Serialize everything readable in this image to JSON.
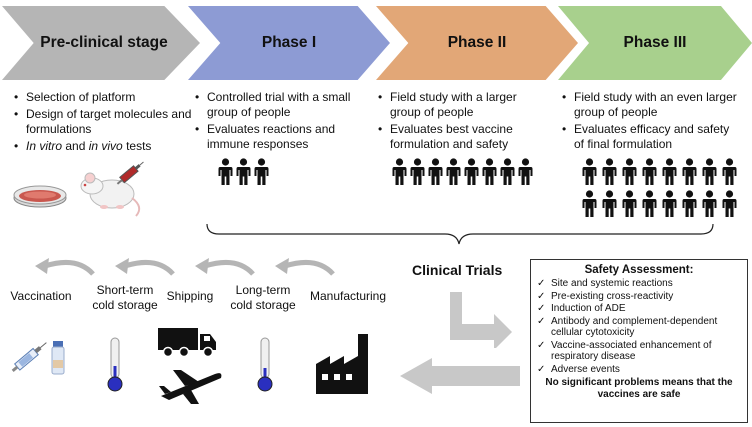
{
  "phases": [
    {
      "title": "Pre-clinical stage"
    },
    {
      "title": "Phase I"
    },
    {
      "title": "Phase II"
    },
    {
      "title": "Phase III"
    }
  ],
  "preclinical": {
    "bullets": [
      "Selection of platform",
      "Design of target molecules and formulations"
    ],
    "invitro_prefix": "In vitro",
    "invitro_and": " and ",
    "invivo": "in vivo",
    "tests": " tests"
  },
  "phase1": {
    "bullets": [
      "Controlled trial with a small group of people",
      "Evaluates reactions and immune responses"
    ],
    "people": 3
  },
  "phase2": {
    "bullets": [
      "Field study with a larger group of people",
      "Evaluates best vaccine formulation and safety"
    ],
    "people": 8
  },
  "phase3": {
    "bullets": [
      "Field study with an even larger group of people",
      "Evaluates efficacy and safety of final formulation"
    ],
    "people": 16
  },
  "clinical_trials_label": "Clinical Trials",
  "postlicensure": {
    "vaccination": "Vaccination",
    "short_term": "Short-term cold storage",
    "shipping": "Shipping",
    "long_term": "Long-term cold storage",
    "manufacturing": "Manufacturing"
  },
  "safety": {
    "title": "Safety Assessment:",
    "items": [
      "Site and systemic reactions",
      "Pre-existing cross-reactivity",
      "Induction of ADE",
      "Antibody and complement-dependent cellular cytotoxicity",
      "Vaccine-associated enhancement of respiratory disease",
      "Adverse events"
    ],
    "conclusion": "No significant problems means that the vaccines are safe"
  },
  "colors": {
    "preclinical": "#b5b5b5",
    "phase1": "#8d9bd4",
    "phase2": "#e2a777",
    "phase3": "#a8d08d",
    "arrow_gray": "#c8c8c8",
    "thermometer_bulb": "#2a2fbf"
  },
  "icons": [
    "petri-dish-icon",
    "mouse-icon",
    "syringe-icon",
    "person-icon",
    "thermometer-icon",
    "truck-icon",
    "airplane-icon",
    "factory-icon",
    "vial-icon",
    "checkmark-icon"
  ]
}
